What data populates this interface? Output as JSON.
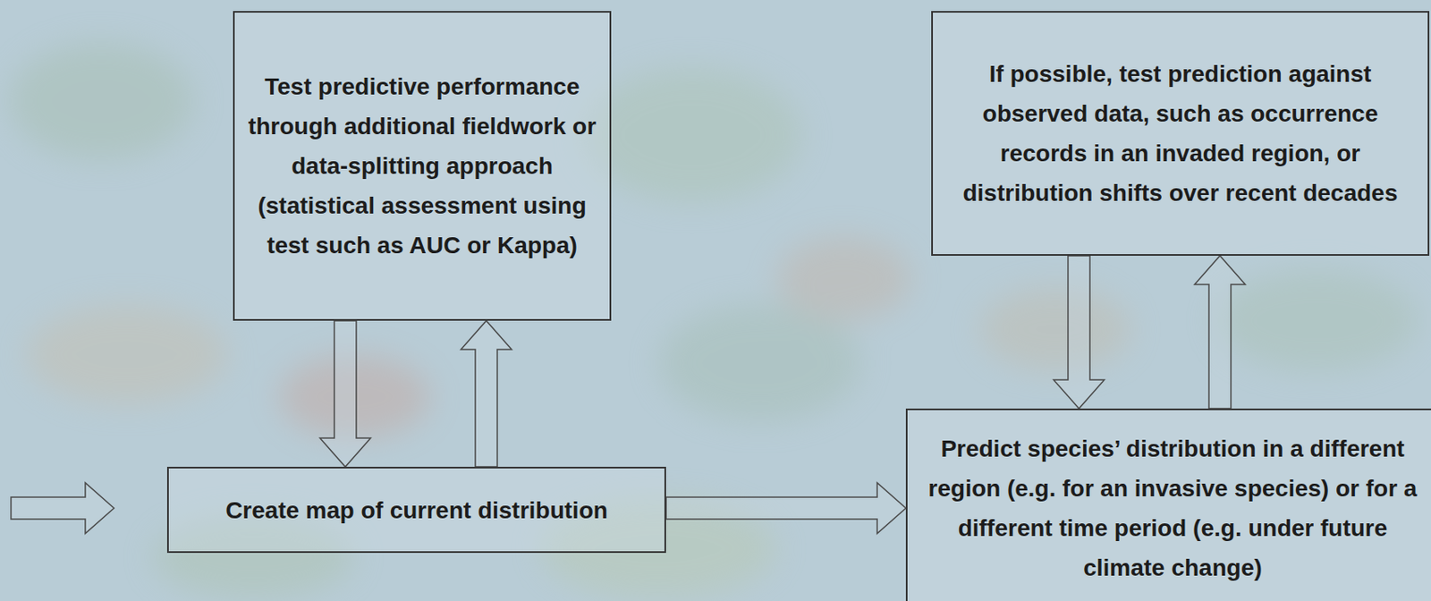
{
  "diagram": {
    "nodes": [
      {
        "text": [
          "Test predictive performance through additional fieldwork or data-splitting approach (statistical assessment using test such as AUC or Kappa)"
        ]
      },
      {
        "text": [
          "If possible, test prediction against observed data, such as occurrence records in an invaded region, or distribution shifts over recent decades"
        ]
      },
      {
        "text": [
          "Create map of current distribution"
        ]
      },
      {
        "text": [
          "Predict species’ distribution in a different region (e.g. for an invasive species) or for a different time period (e.g. under future climate change)"
        ]
      }
    ],
    "edges": [
      {
        "from": 0,
        "to": 2,
        "arrow": "to"
      },
      {
        "from": 2,
        "to": 0,
        "arrow": "to"
      },
      {
        "from": 2,
        "to": 3,
        "arrow": "to"
      },
      {
        "from": 1,
        "to": 3,
        "arrow": "to"
      },
      {
        "from": 3,
        "to": 1,
        "arrow": "to"
      }
    ]
  }
}
